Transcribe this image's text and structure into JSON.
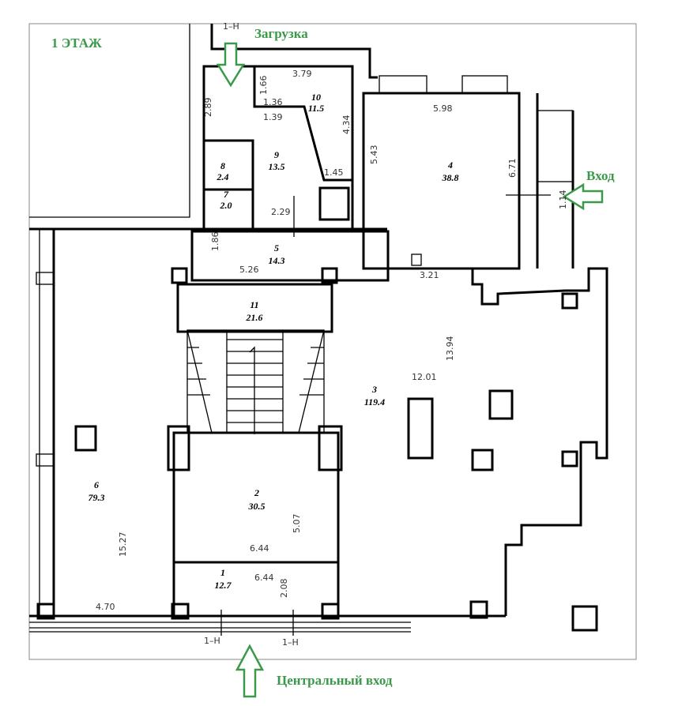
{
  "floor_title": "1 ЭТАЖ",
  "labels": {
    "loading": "Загрузка",
    "entrance": "Вход",
    "main_entrance": "Центральный вход"
  },
  "rooms": [
    {
      "number": "1",
      "area": "12.7"
    },
    {
      "number": "2",
      "area": "30.5"
    },
    {
      "number": "3",
      "area": "119.4"
    },
    {
      "number": "4",
      "area": "38.8"
    },
    {
      "number": "5",
      "area": "14.3"
    },
    {
      "number": "6",
      "area": "79.3"
    },
    {
      "number": "7",
      "area": "2.0"
    },
    {
      "number": "8",
      "area": "2.4"
    },
    {
      "number": "9",
      "area": "13.5"
    },
    {
      "number": "10",
      "area": "11.5"
    },
    {
      "number": "11",
      "area": "21.6"
    }
  ],
  "dimensions": [
    "3.79",
    "1.66",
    "1.36",
    "1.39",
    "2.89",
    "4.34",
    "1.45",
    "2.29",
    "5.98",
    "5.43",
    "6.71",
    "1.86",
    "5.26",
    "3.21",
    "13.94",
    "12.01",
    "5.07",
    "6.44",
    "6.44",
    "2.08",
    "15.27",
    "4.70",
    "1.14"
  ],
  "door_marks": [
    "1–Н",
    "1–Н",
    "1–Н"
  ],
  "colors": {
    "accent": "#3a9a4a",
    "walls": "#000000"
  }
}
